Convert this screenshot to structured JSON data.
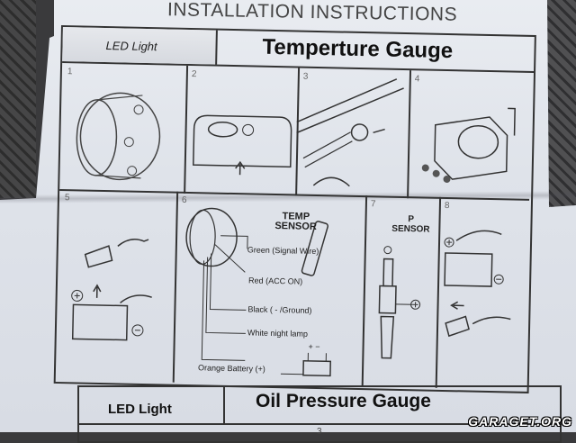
{
  "header": {
    "title": "INSTALLATION INSTRUCTIONS"
  },
  "temperature_panel": {
    "led_label": "LED Light",
    "title": "Temperture Gauge",
    "steps": [
      "1",
      "2",
      "3",
      "4",
      "5",
      "6",
      "7",
      "8"
    ],
    "wiring": {
      "sensor_label": "TEMP\nSENSOR",
      "wires": [
        {
          "color": "Green",
          "desc": "(Signal Wire)"
        },
        {
          "color": "Red",
          "desc": "(ACC ON)"
        },
        {
          "color": "Black",
          "desc": "( - /Ground)"
        },
        {
          "color": "White",
          "desc": "night lamp"
        },
        {
          "color": "Orange",
          "desc": "Battery (+)"
        }
      ],
      "battery_symbols": "+ −"
    },
    "step7_label": "P\nSENSOR"
  },
  "oil_panel": {
    "led_label": "LED Light",
    "title": "Oil Pressure Gauge",
    "step_number": "3"
  },
  "watermark": "GARAGET.ORG"
}
